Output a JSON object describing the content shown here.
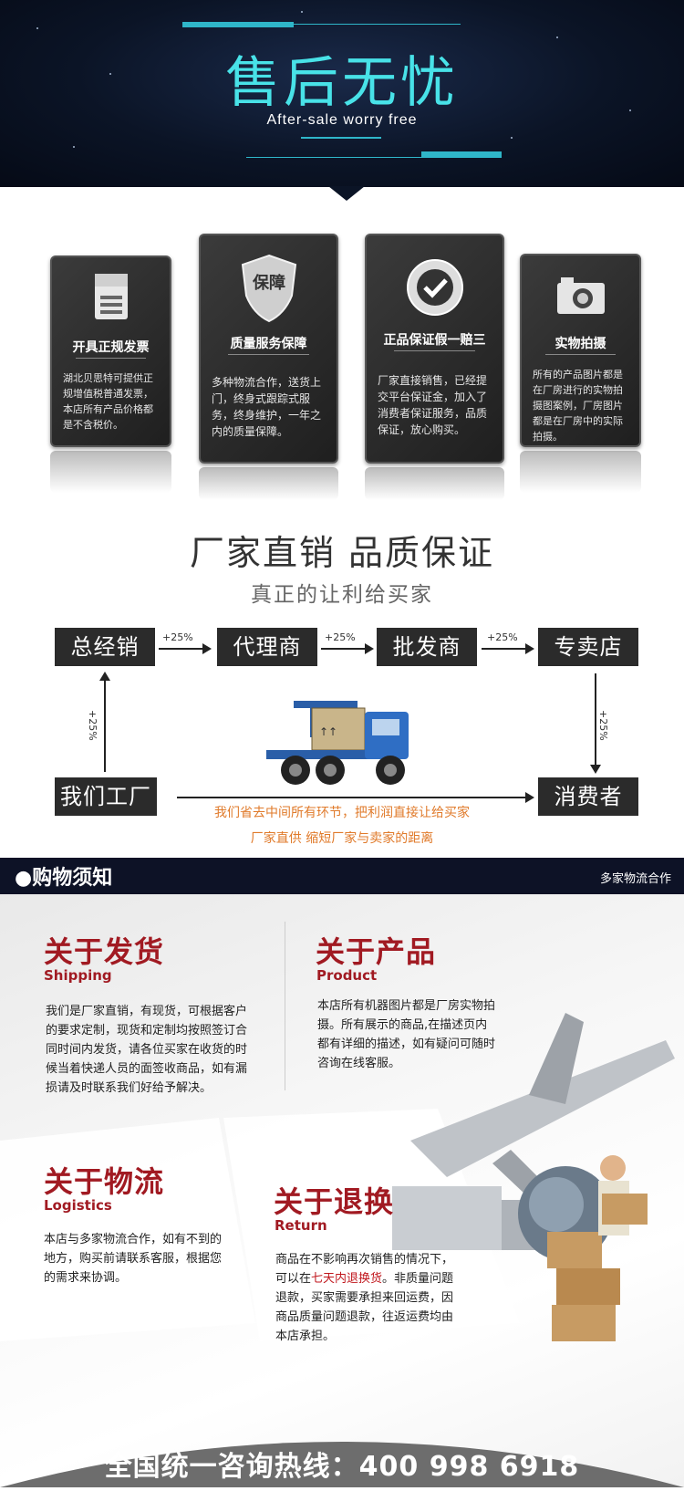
{
  "hero": {
    "title": "售后无忧",
    "subtitle": "After-sale worry free"
  },
  "cards": [
    {
      "icon": "invoice-icon",
      "title": "开具正规发票",
      "desc": "湖北贝思特可提供正规增值税普通发票，本店所有产品价格都是不含税价。"
    },
    {
      "icon": "shield-icon",
      "icon_text": "保障",
      "title": "质量服务保障",
      "desc": "多种物流合作，送货上门，终身式跟踪式服务，终身维护，一年之内的质量保障。"
    },
    {
      "icon": "check-badge-icon",
      "title": "正品保证假一赔三",
      "desc": "厂家直接销售，已经提交平台保证金，加入了消费者保证服务，品质保证，放心购买。"
    },
    {
      "icon": "camera-icon",
      "title": "实物拍摄",
      "desc": "所有的产品图片都是在厂房进行的实物拍摄图案例，厂房图片都是在厂房中的实际拍摄。"
    }
  ],
  "direct": {
    "title": "厂家直销 品质保证",
    "subtitle": "真正的让利给买家",
    "nodes": [
      "总经销",
      "代理商",
      "批发商",
      "专卖店",
      "我们工厂",
      "消费者"
    ],
    "markup": "+25%",
    "note1": "我们省去中间所有环节，把利润直接让给买家",
    "note2": "厂家直供 缩短厂家与卖家的距离"
  },
  "notice": {
    "title": "●购物须知",
    "right": "多家物流合作"
  },
  "sections": {
    "shipping": {
      "cn": "关于发货",
      "en": "Shipping",
      "text": "我们是厂家直销，有现货，可根据客户的要求定制，现货和定制均按照签订合同时间内发货，请各位买家在收货的时候当着快递人员的面签收商品，如有漏损请及时联系我们好给予解决。"
    },
    "product": {
      "cn": "关于产品",
      "en": "Product",
      "text": "本店所有机器图片都是厂房实物拍摄。所有展示的商品,在描述页内都有详细的描述，如有疑问可随时咨询在线客服。"
    },
    "logistics": {
      "cn": "关于物流",
      "en": "Logistics",
      "text": "本店与多家物流合作，如有不到的地方，购买前请联系客服，根据您的需求来协调。"
    },
    "return": {
      "cn": "关于退换",
      "en": "Return",
      "text_a": "商品在不影响再次销售的情况下，可以在",
      "text_red": "七天内退换货",
      "text_b": "。非质量问题退款，买家需要承担来回运费，因商品质量问题退款，往返运费均由本店承担。"
    }
  },
  "hotline": "全国统一咨询热线：400 998 6918",
  "colors": {
    "accent": "#48e2e8",
    "red": "#a11a22",
    "orange": "#e07a2a",
    "dark": "#2b2b2b"
  }
}
